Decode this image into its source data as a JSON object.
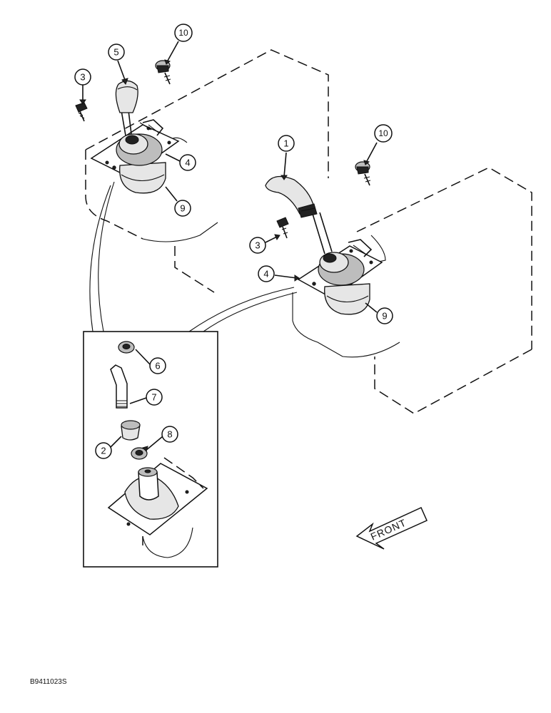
{
  "callouts": {
    "c1": "1",
    "c2": "2",
    "c3a": "3",
    "c3b": "3",
    "c4a": "4",
    "c4b": "4",
    "c5": "5",
    "c6": "6",
    "c7": "7",
    "c8": "8",
    "c9a": "9",
    "c9b": "9",
    "c10a": "10",
    "c10b": "10"
  },
  "front_label": "FRONT",
  "drawing_code": "B9411023S"
}
